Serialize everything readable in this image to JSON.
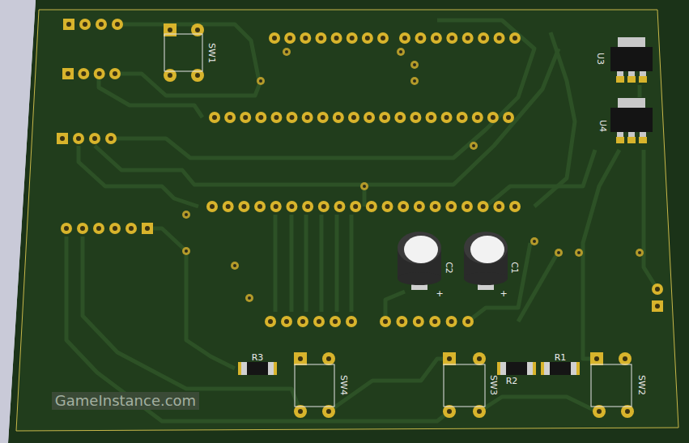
{
  "diagram": {
    "labels": [
      "SW1",
      "U3",
      "U4",
      "C2",
      "C1",
      "+",
      "+",
      "R3",
      "SW4",
      "SW3",
      "R2",
      "R1",
      "SW2",
      "GameInstance.com"
    ]
  }
}
